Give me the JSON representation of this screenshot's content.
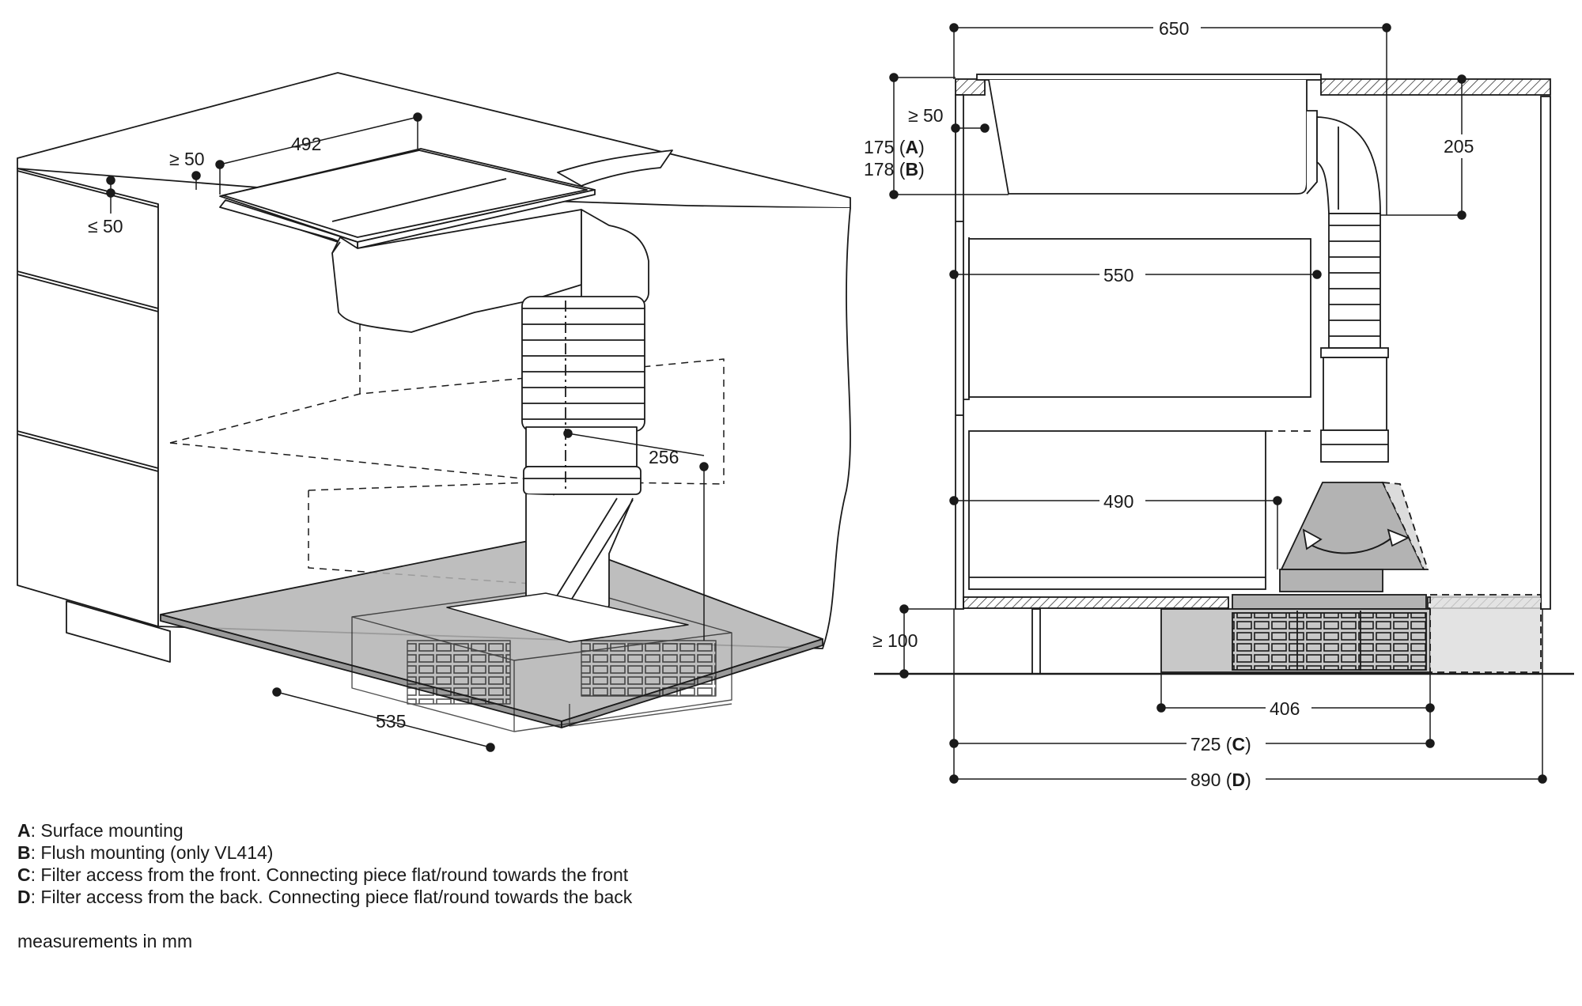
{
  "perspective_view": {
    "dims": {
      "width_492": "492",
      "min_50": "≥ 50",
      "max_50": "≤ 50",
      "depth_256": "256",
      "width_535": "535"
    }
  },
  "section_view": {
    "dims": {
      "width_650": "650",
      "min_50": "≥ 50",
      "h175_num": "175 (",
      "h175_key": "A",
      "h175_close": ")",
      "h178_num": "178 (",
      "h178_key": "B",
      "h178_close": ")",
      "depth_205": "205",
      "depth_550": "550",
      "depth_490": "490",
      "min_100": "≥ 100",
      "width_406": "406",
      "w725_num": "725 (",
      "w725_key": "C",
      "w725_close": ")",
      "w890_num": "890 (",
      "w890_key": "D",
      "w890_close": ")"
    }
  },
  "legend": [
    {
      "key": "A",
      "text": ": Surface mounting"
    },
    {
      "key": "B",
      "text": ": Flush mounting (only VL414)"
    },
    {
      "key": "C",
      "text": ": Filter access from the front. Connecting piece flat/round towards the front"
    },
    {
      "key": "D",
      "text": ": Filter access from the back. Connecting piece flat/round towards the back"
    }
  ],
  "unit_note": "measurements in mm",
  "colors": {
    "line": "#1a1a1a",
    "fill_grey": "#b3b3b3",
    "fill_light": "#dcdcdc",
    "fill_filter": "#c8c8c8"
  }
}
